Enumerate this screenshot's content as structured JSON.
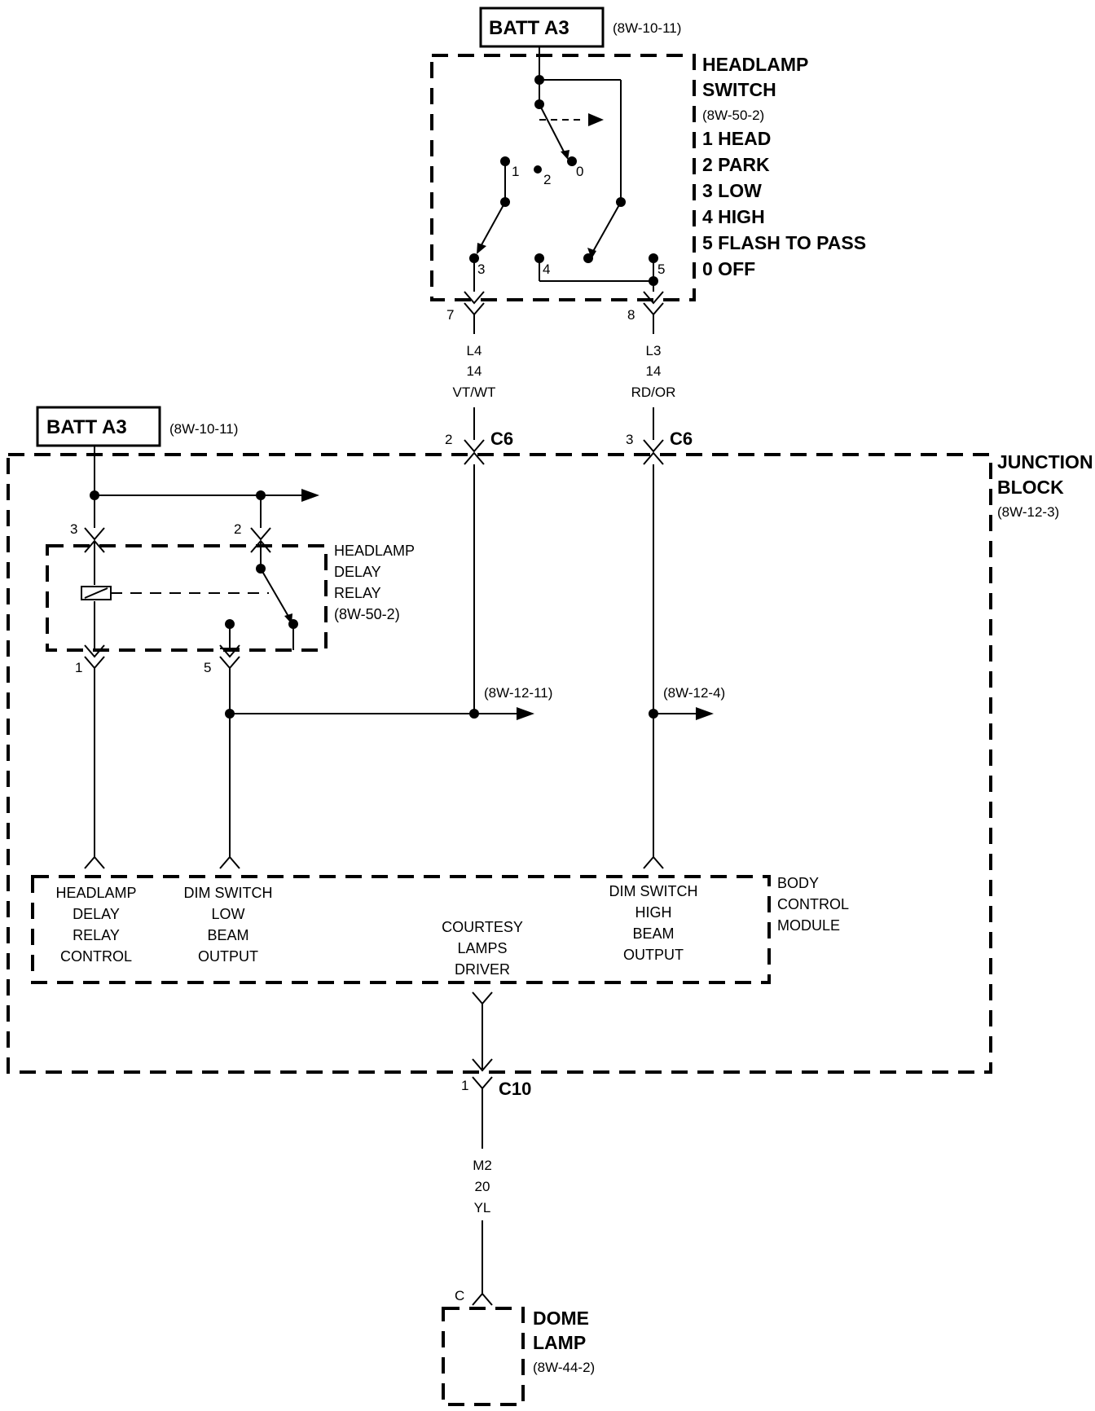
{
  "top_batt": {
    "label": "BATT A3",
    "ref": "(8W-10-11)"
  },
  "headlamp_switch": {
    "title_line1": "HEADLAMP",
    "title_line2": "SWITCH",
    "ref": "(8W-50-2)",
    "positions": [
      "1 HEAD",
      "2 PARK",
      "3 LOW",
      "4 HIGH",
      "5 FLASH TO PASS",
      "0 OFF"
    ],
    "terminals": {
      "t1": "1",
      "t2": "2",
      "t0": "0",
      "t3": "3",
      "t4": "4",
      "t5": "5"
    },
    "pins": {
      "left": "7",
      "right": "8"
    }
  },
  "wires": {
    "l4": {
      "circuit": "L4",
      "gauge": "14",
      "color": "VT/WT"
    },
    "l3": {
      "circuit": "L3",
      "gauge": "14",
      "color": "RD/OR"
    },
    "m2": {
      "circuit": "M2",
      "gauge": "20",
      "color": "YL"
    }
  },
  "connectors": {
    "c6_left": {
      "pin": "2",
      "name": "C6"
    },
    "c6_right": {
      "pin": "3",
      "name": "C6"
    },
    "c10": {
      "pin": "1",
      "name": "C10"
    }
  },
  "left_batt": {
    "label": "BATT A3",
    "ref": "(8W-10-11)"
  },
  "junction_block": {
    "title_line1": "JUNCTION",
    "title_line2": "BLOCK",
    "ref": "(8W-12-3)"
  },
  "relay": {
    "lines": [
      "HEADLAMP",
      "DELAY",
      "RELAY",
      "(8W-50-2)"
    ],
    "pins": {
      "p3": "3",
      "p2": "2",
      "p1": "1",
      "p5": "5"
    }
  },
  "refs": {
    "r1": "(8W-12-11)",
    "r2": "(8W-12-4)"
  },
  "bcm": {
    "title": [
      "BODY",
      "CONTROL",
      "MODULE"
    ],
    "hdrc": [
      "HEADLAMP",
      "DELAY",
      "RELAY",
      "CONTROL"
    ],
    "dslb": [
      "DIM SWITCH",
      "LOW",
      "BEAM",
      "OUTPUT"
    ],
    "cld": [
      "COURTESY",
      "LAMPS",
      "DRIVER"
    ],
    "dshb": [
      "DIM SWITCH",
      "HIGH",
      "BEAM",
      "OUTPUT"
    ]
  },
  "dome_lamp": {
    "pin": "C",
    "title_line1": "DOME",
    "title_line2": "LAMP",
    "ref": "(8W-44-2)"
  }
}
